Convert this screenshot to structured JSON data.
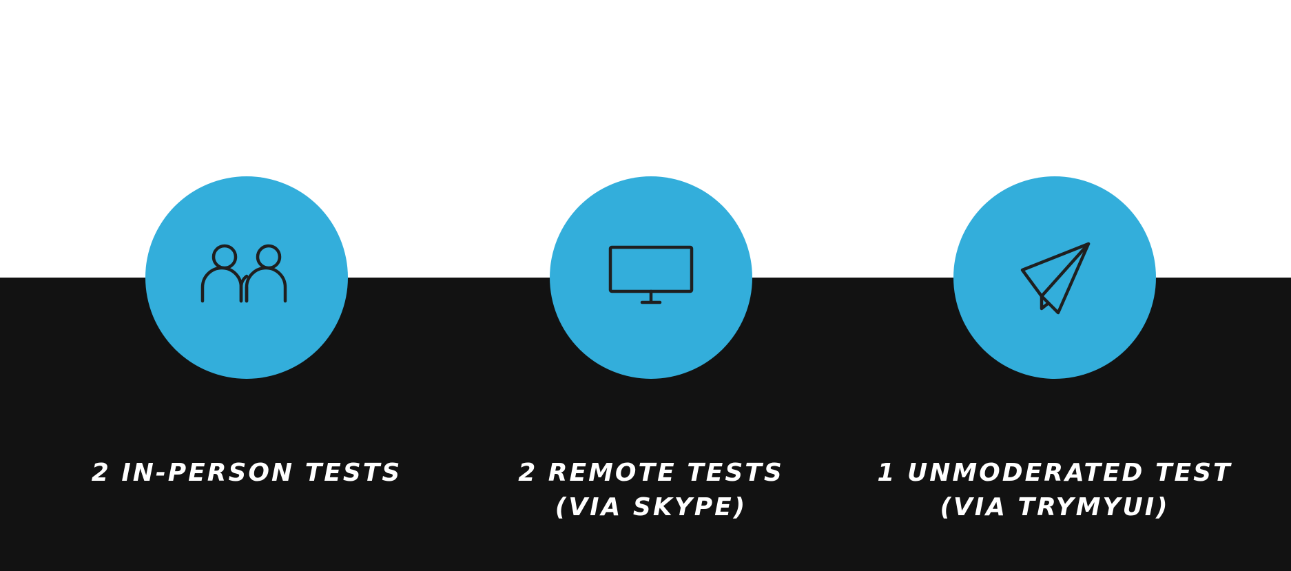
{
  "colors": {
    "accent": "#33aedb",
    "dark_band": "#121212",
    "light_band": "#ffffff",
    "icon_stroke": "#1f1f1f",
    "caption_text": "#ffffff"
  },
  "items": [
    {
      "icon": "users-icon",
      "lines": [
        "2 IN-PERSON TESTS"
      ]
    },
    {
      "icon": "monitor-icon",
      "lines": [
        "2 REMOTE TESTS",
        "(VIA SKYPE)"
      ]
    },
    {
      "icon": "paper-plane-icon",
      "lines": [
        "1 UNMODERATED TEST",
        "(VIA TRYMYUI)"
      ]
    }
  ]
}
